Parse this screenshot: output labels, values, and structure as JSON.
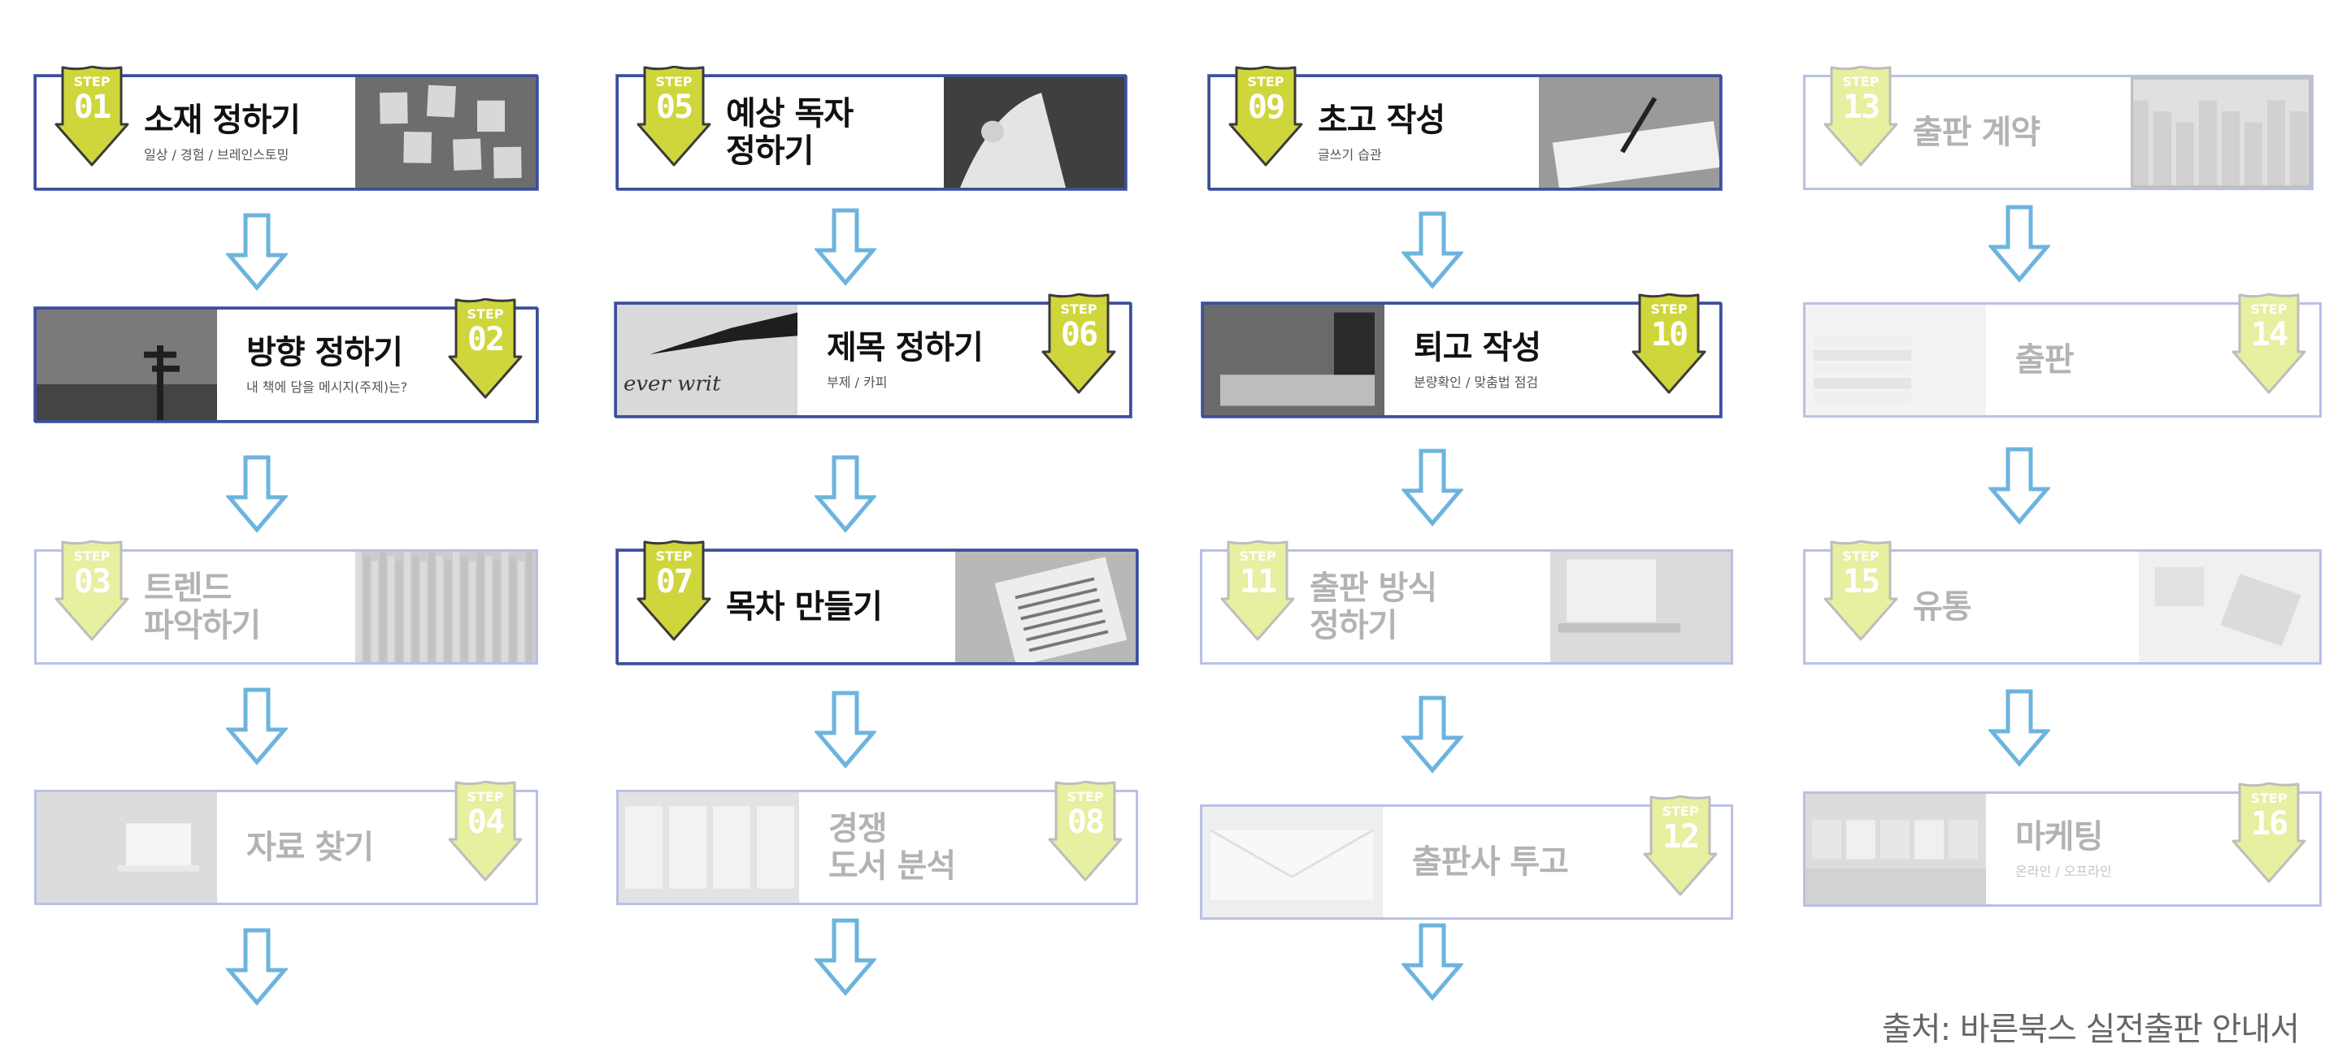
{
  "colors": {
    "badge_active": "#cfd63b",
    "badge_dim": "#e7efa0",
    "border_active": "#3d4f9a",
    "border_dim": "#b9c0e6",
    "arrow": "#6cb4dd"
  },
  "step_word": "STEP",
  "steps": [
    {
      "num": "01",
      "title_lines": [
        "소재 정하기"
      ],
      "sub": "일상 / 경험 / 브레인스토밍",
      "active": true,
      "photo": "photo-memo-board"
    },
    {
      "num": "02",
      "title_lines": [
        "방향 정하기"
      ],
      "sub": "내 책에 담을 메시지(주제)는?",
      "active": true,
      "photo": "photo-signpost"
    },
    {
      "num": "03",
      "title_lines": [
        "트렌드",
        "파악하기"
      ],
      "sub": "",
      "active": false,
      "photo": "photo-bookshelf"
    },
    {
      "num": "04",
      "title_lines": [
        "자료 찾기"
      ],
      "sub": "",
      "active": false,
      "photo": "photo-laptop-desk"
    },
    {
      "num": "05",
      "title_lines": [
        "예상 독자",
        "정하기"
      ],
      "sub": "",
      "active": true,
      "photo": "photo-reader"
    },
    {
      "num": "06",
      "title_lines": [
        "제목 정하기"
      ],
      "sub": "부제 / 카피",
      "active": true,
      "photo": "photo-fountain-pen"
    },
    {
      "num": "07",
      "title_lines": [
        "목차 만들기"
      ],
      "sub": "",
      "active": true,
      "photo": "photo-notebook"
    },
    {
      "num": "08",
      "title_lines": [
        "경쟁",
        "도서 분석"
      ],
      "sub": "",
      "active": false,
      "photo": "photo-books-open"
    },
    {
      "num": "09",
      "title_lines": [
        "초고 작성"
      ],
      "sub": "글쓰기 습관",
      "active": true,
      "photo": "photo-writing"
    },
    {
      "num": "10",
      "title_lines": [
        "퇴고 작성"
      ],
      "sub": "분량확인 / 맞춤법 점검",
      "active": true,
      "photo": "photo-typing"
    },
    {
      "num": "11",
      "title_lines": [
        "출판 방식",
        "정하기"
      ],
      "sub": "",
      "active": false,
      "photo": "photo-laptop-hand"
    },
    {
      "num": "12",
      "title_lines": [
        "출판사 투고"
      ],
      "sub": "",
      "active": false,
      "photo": "photo-envelopes"
    },
    {
      "num": "13",
      "title_lines": [
        "출판 계약"
      ],
      "sub": "",
      "active": false,
      "photo": "photo-city-window"
    },
    {
      "num": "14",
      "title_lines": [
        "출판"
      ],
      "sub": "",
      "active": false,
      "photo": "photo-book-stack"
    },
    {
      "num": "15",
      "title_lines": [
        "유통"
      ],
      "sub": "",
      "active": false,
      "photo": "photo-parcels"
    },
    {
      "num": "16",
      "title_lines": [
        "마케팅"
      ],
      "sub": "온라인 / 오프라인",
      "active": false,
      "photo": "photo-shop-display"
    }
  ],
  "source": "출처: 바른북스 실전출판 안내서"
}
